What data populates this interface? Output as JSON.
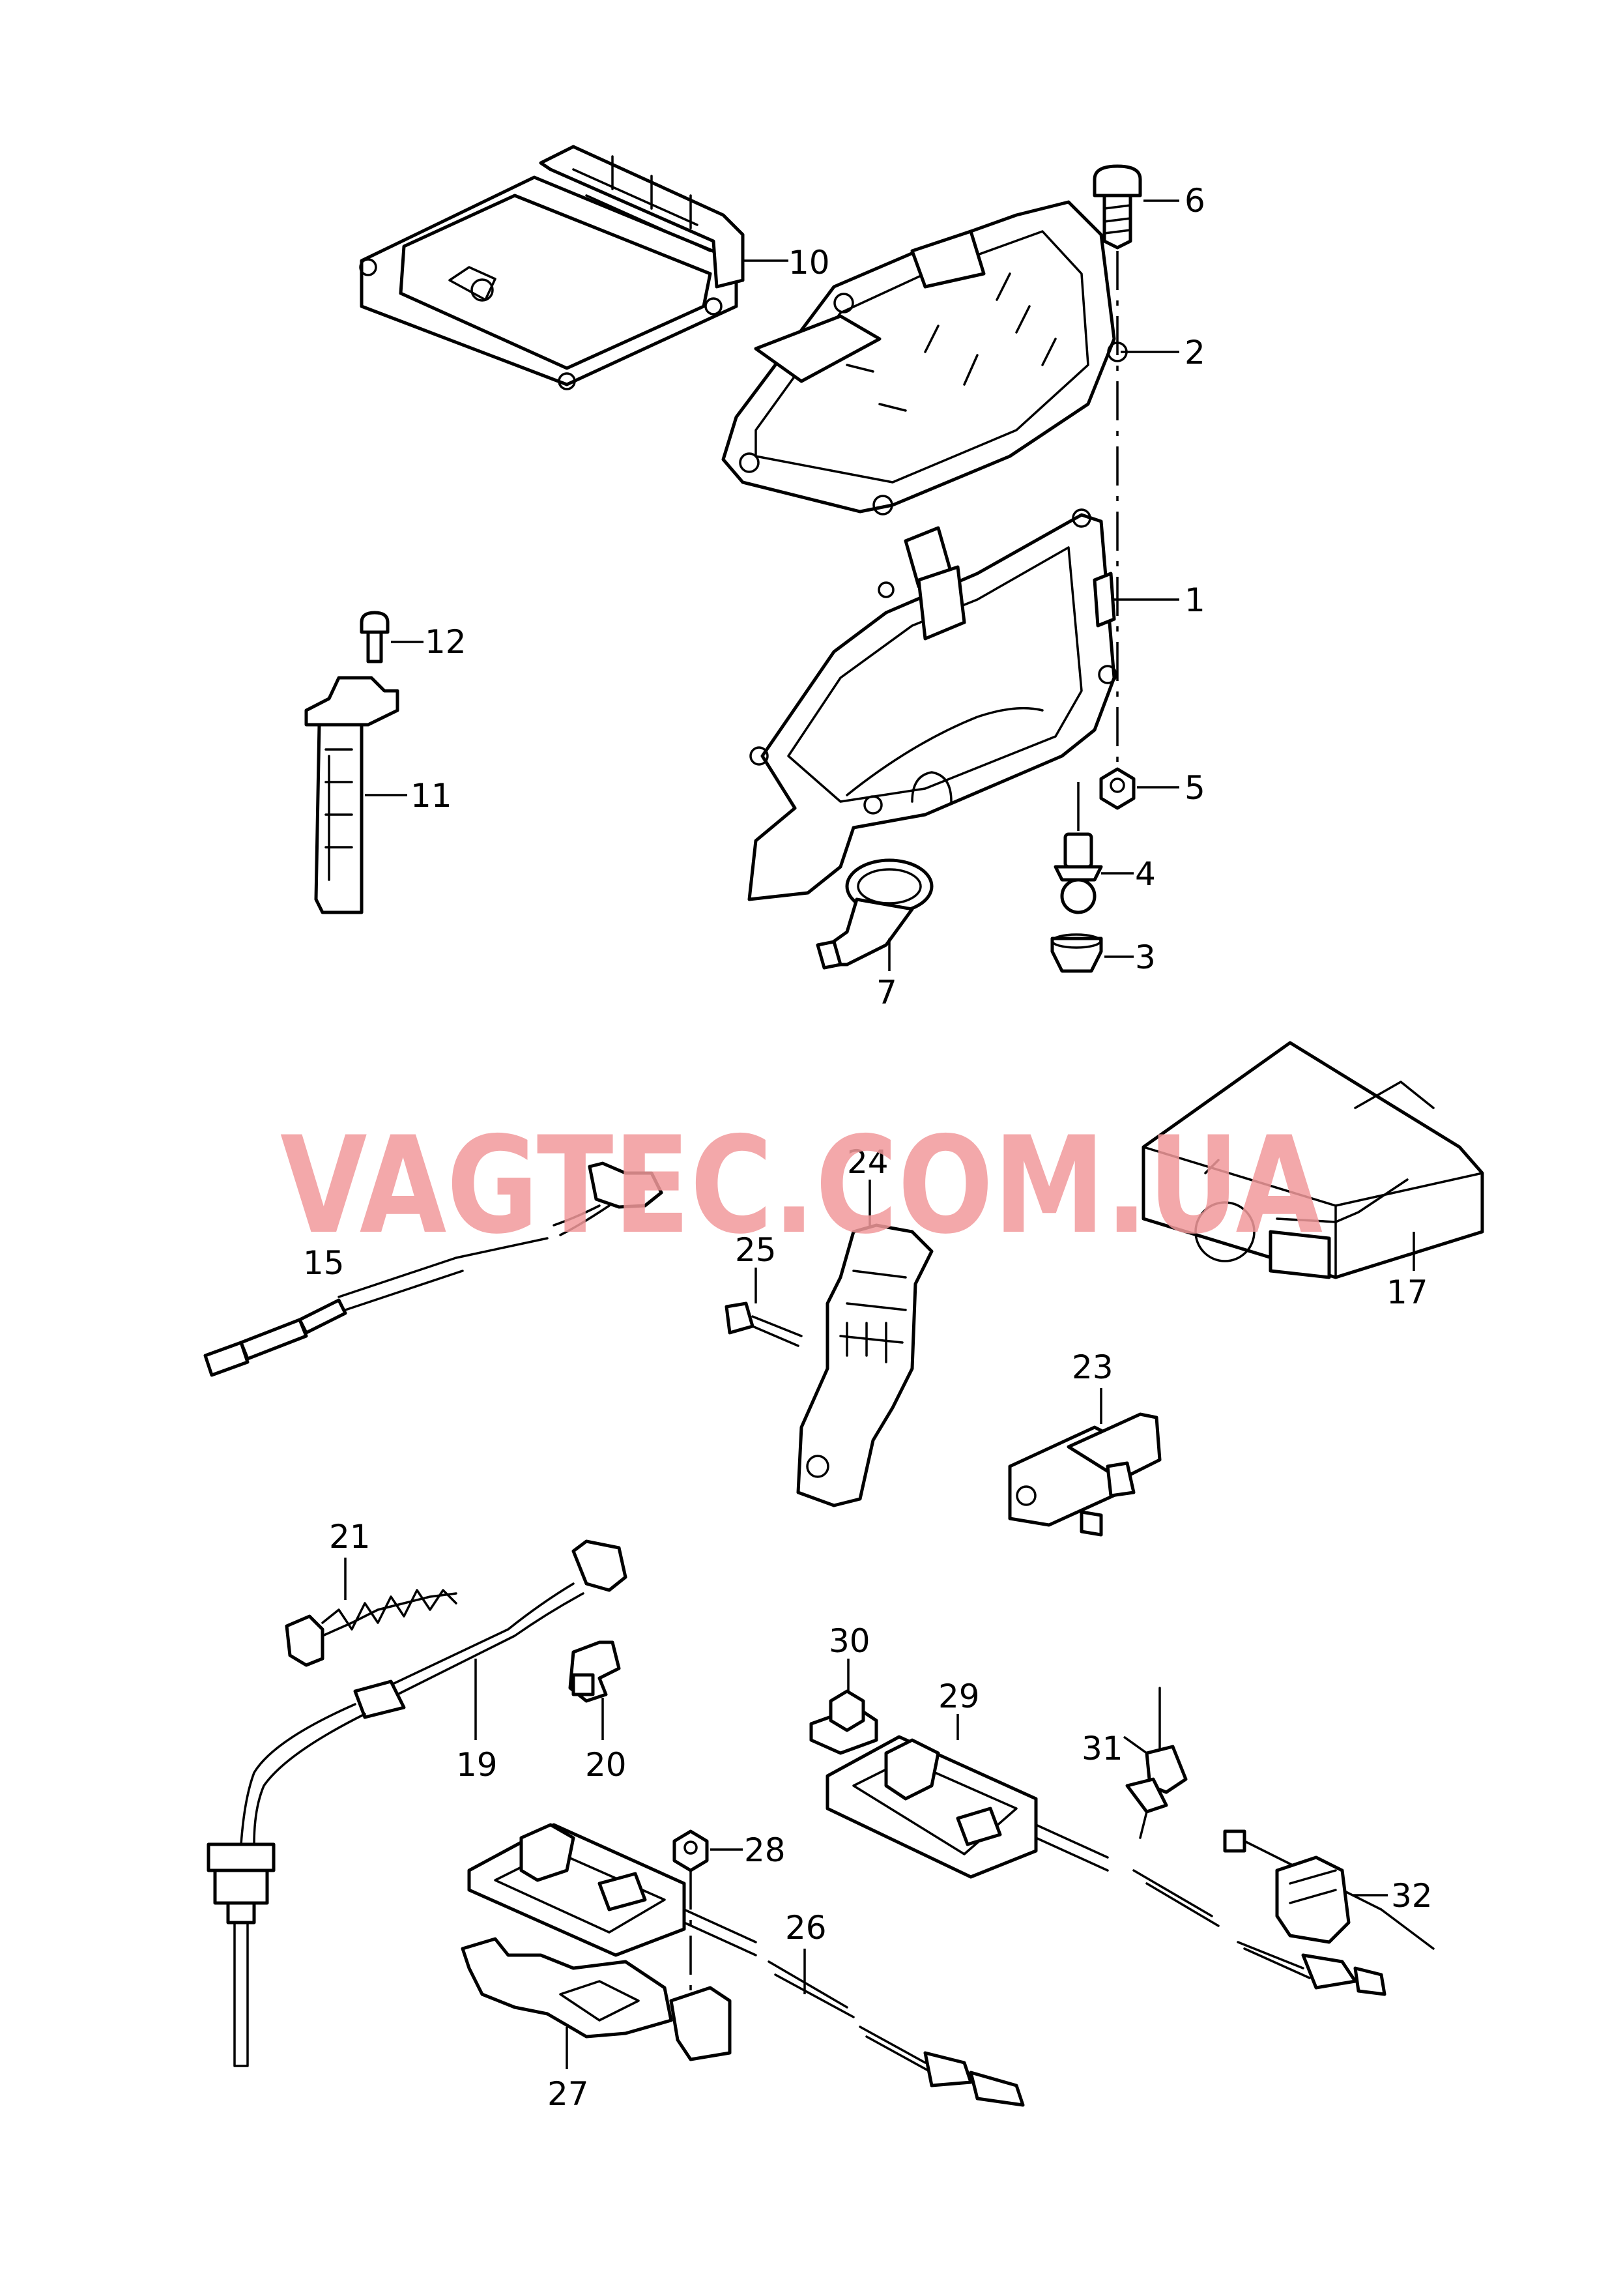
{
  "watermark": "VAGTEC.COM.UA",
  "accent_color": "#f29a9c",
  "callouts": [
    {
      "id": "10",
      "label": "10"
    },
    {
      "id": "6",
      "label": "6"
    },
    {
      "id": "2",
      "label": "2"
    },
    {
      "id": "1",
      "label": "1"
    },
    {
      "id": "5",
      "label": "5"
    },
    {
      "id": "4",
      "label": "4"
    },
    {
      "id": "3",
      "label": "3"
    },
    {
      "id": "7",
      "label": "7"
    },
    {
      "id": "12",
      "label": "12"
    },
    {
      "id": "11",
      "label": "11"
    },
    {
      "id": "24",
      "label": "24"
    },
    {
      "id": "15",
      "label": "15"
    },
    {
      "id": "25",
      "label": "25"
    },
    {
      "id": "17",
      "label": "17"
    },
    {
      "id": "23",
      "label": "23"
    },
    {
      "id": "21",
      "label": "21"
    },
    {
      "id": "19",
      "label": "19"
    },
    {
      "id": "20",
      "label": "20"
    },
    {
      "id": "30",
      "label": "30"
    },
    {
      "id": "29",
      "label": "29"
    },
    {
      "id": "31",
      "label": "31"
    },
    {
      "id": "28",
      "label": "28"
    },
    {
      "id": "32",
      "label": "32"
    },
    {
      "id": "26",
      "label": "26"
    },
    {
      "id": "27",
      "label": "27"
    }
  ]
}
